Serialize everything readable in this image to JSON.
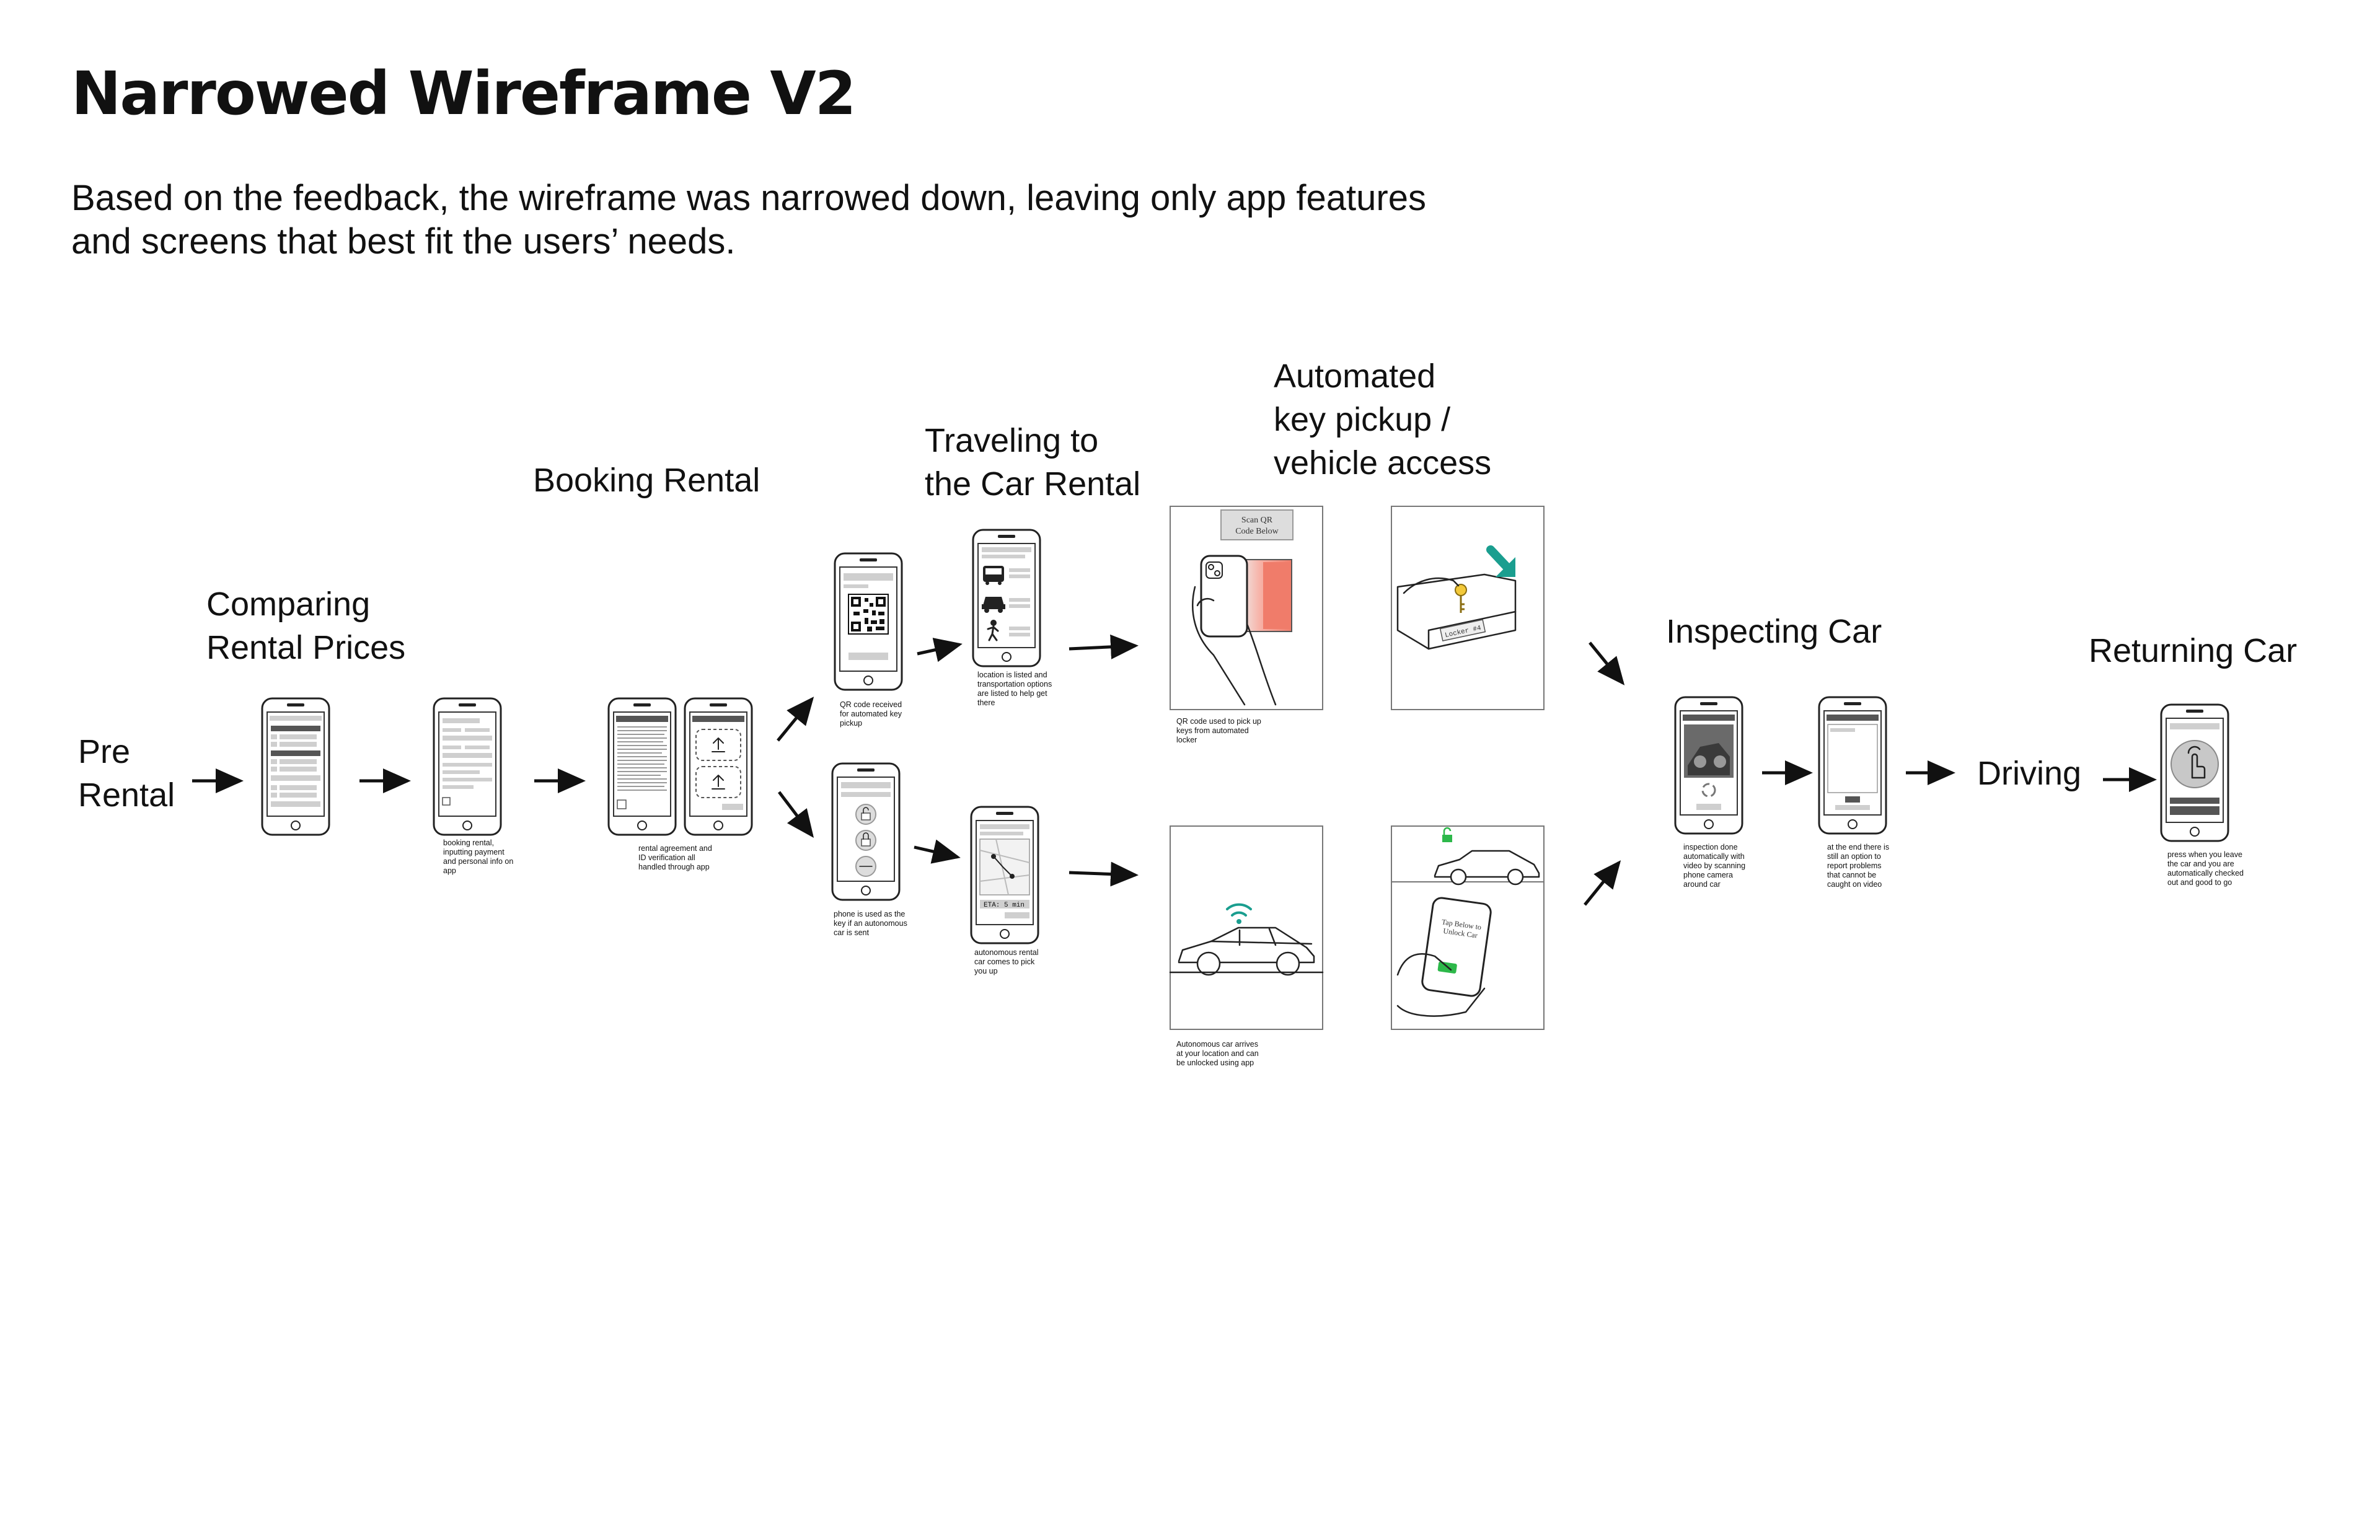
{
  "header": {
    "title": "Narrowed Wireframe V2",
    "subtitle": "Based on the feedback, the wireframe was narrowed down, leaving only app features and screens that best fit the users’ needs."
  },
  "stages": {
    "pre_rental": "Pre\nRental",
    "comparing": "Comparing\nRental Prices",
    "booking": "Booking Rental",
    "traveling": "Traveling to\nthe Car Rental",
    "automated": "Automated\nkey pickup /\nvehicle access",
    "inspecting": "Inspecting Car",
    "driving": "Driving",
    "returning": "Returning Car"
  },
  "captions": {
    "booking_payment": "booking rental, inputting payment and personal info on app",
    "rental_agreement": "rental agreement and ID verification all handled through app",
    "qr_received": "QR code received for automated key pickup",
    "phone_key": "phone is used as the key if an autonomous car is sent",
    "location_listed": "location is listed and transportation options are listed to help get there",
    "autonomous_pickup": "autonomous rental car comes to pick you up",
    "qr_locker": "QR code used to pick up keys from automated locker",
    "autonomous_arrives": "Autonomous car arrives at your location and can be unlocked using app",
    "inspection_video": "inspection done automatically with video by scanning phone camera around car",
    "report_problems": "at the end there is still an option to report problems that cannot be caught on video",
    "press_leave": "press when you leave the car and you are automatically checked out and good to go"
  },
  "screen_text": {
    "scan_qr": "Scan QR\nCode Below",
    "locker_label": "Locker #4",
    "tap_unlock": "Tap Below to\nUnlock Car",
    "eta": "ETA: 5 min"
  },
  "icons": [
    "phone-icon",
    "qr-code-icon",
    "bus-icon",
    "car-icon",
    "walking-person-icon",
    "lock-icon",
    "wifi-icon",
    "key-icon",
    "hand-tap-icon",
    "arrow-icon"
  ],
  "colors": {
    "accent_teal": "#1a9e8f",
    "accent_green": "#2db84a",
    "accent_coral": "#f07c6a"
  }
}
